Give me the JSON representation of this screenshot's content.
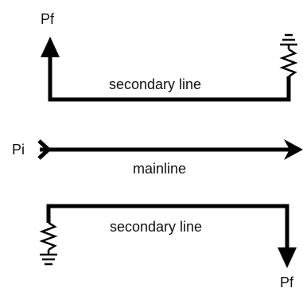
{
  "labels": {
    "top_pf": "Pf",
    "top_line": "secondary line",
    "pi": "Pi",
    "mainline": "mainline",
    "bottom_line": "secondary line",
    "bottom_pf": "Pf"
  },
  "colors": {
    "ink": "#000000",
    "text": "#111111",
    "background": "#ffffff"
  }
}
